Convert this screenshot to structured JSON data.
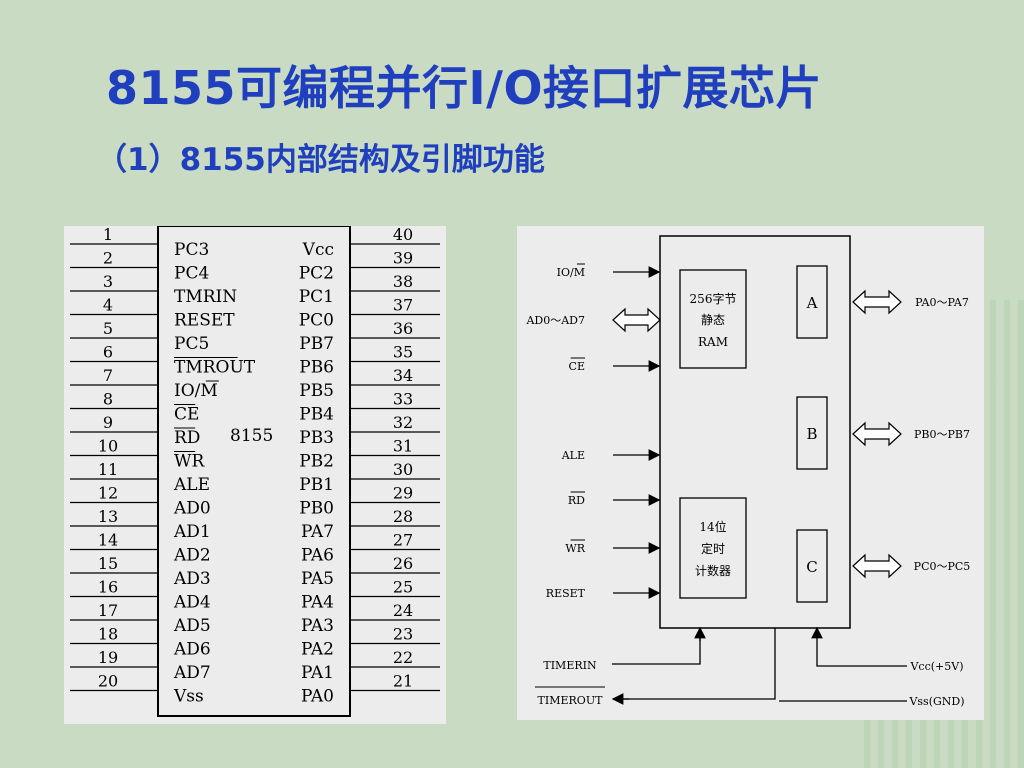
{
  "title": "8155可编程并行I/O接口扩展芯片",
  "subtitle": "（1）8155内部结构及引脚功能",
  "pinout": {
    "chip_label": "8155",
    "left_pins": [
      {
        "num": "1",
        "name": "PC3"
      },
      {
        "num": "2",
        "name": "PC4"
      },
      {
        "num": "3",
        "name": "TMRIN"
      },
      {
        "num": "4",
        "name": "RESET"
      },
      {
        "num": "5",
        "name": "PC5"
      },
      {
        "num": "6",
        "name": "TMROUT",
        "overbar": true
      },
      {
        "num": "7",
        "name": "IO/M",
        "overbar_part": "M"
      },
      {
        "num": "8",
        "name": "CE",
        "overbar": true
      },
      {
        "num": "9",
        "name": "RD",
        "overbar": true
      },
      {
        "num": "10",
        "name": "WR",
        "overbar": true
      },
      {
        "num": "11",
        "name": "ALE"
      },
      {
        "num": "12",
        "name": "AD0"
      },
      {
        "num": "13",
        "name": "AD1"
      },
      {
        "num": "14",
        "name": "AD2"
      },
      {
        "num": "15",
        "name": "AD3"
      },
      {
        "num": "16",
        "name": "AD4"
      },
      {
        "num": "17",
        "name": "AD5"
      },
      {
        "num": "18",
        "name": "AD6"
      },
      {
        "num": "19",
        "name": "AD7"
      },
      {
        "num": "20",
        "name": "Vss"
      }
    ],
    "right_pins": [
      {
        "num": "40",
        "name": "Vcc"
      },
      {
        "num": "39",
        "name": "PC2"
      },
      {
        "num": "38",
        "name": "PC1"
      },
      {
        "num": "37",
        "name": "PC0"
      },
      {
        "num": "36",
        "name": "PB7"
      },
      {
        "num": "35",
        "name": "PB6"
      },
      {
        "num": "34",
        "name": "PB5"
      },
      {
        "num": "33",
        "name": "PB4"
      },
      {
        "num": "32",
        "name": "PB3"
      },
      {
        "num": "31",
        "name": "PB2"
      },
      {
        "num": "30",
        "name": "PB1"
      },
      {
        "num": "29",
        "name": "PB0"
      },
      {
        "num": "28",
        "name": "PA7"
      },
      {
        "num": "27",
        "name": "PA6"
      },
      {
        "num": "26",
        "name": "PA5"
      },
      {
        "num": "25",
        "name": "PA4"
      },
      {
        "num": "24",
        "name": "PA3"
      },
      {
        "num": "23",
        "name": "PA2"
      },
      {
        "num": "22",
        "name": "PA1"
      },
      {
        "num": "21",
        "name": "PA0"
      }
    ]
  },
  "block": {
    "ram_lines": [
      "256字节",
      "静态",
      "RAM"
    ],
    "timer_lines": [
      "14位",
      "定时",
      "计数器"
    ],
    "port_a": "A",
    "port_b": "B",
    "port_c": "C",
    "inputs": [
      {
        "label": "IO/M",
        "bar": "M",
        "kind": "arrow"
      },
      {
        "label": "AD0～AD7",
        "kind": "bus"
      },
      {
        "label": "CE",
        "bar": "all",
        "kind": "arrow"
      },
      {
        "label": "ALE",
        "kind": "arrow"
      },
      {
        "label": "RD",
        "bar": "all",
        "kind": "arrow"
      },
      {
        "label": "WR",
        "bar": "all",
        "kind": "arrow"
      },
      {
        "label": "RESET",
        "kind": "arrow"
      }
    ],
    "outputs": [
      "PA0～PA7",
      "PB0～PB7",
      "PC0～PC5"
    ],
    "timerin": "TIMERIN",
    "timerout": "TIMEROUT",
    "vcc": "Vcc(+5V)",
    "vss": "Vss(GND)"
  }
}
